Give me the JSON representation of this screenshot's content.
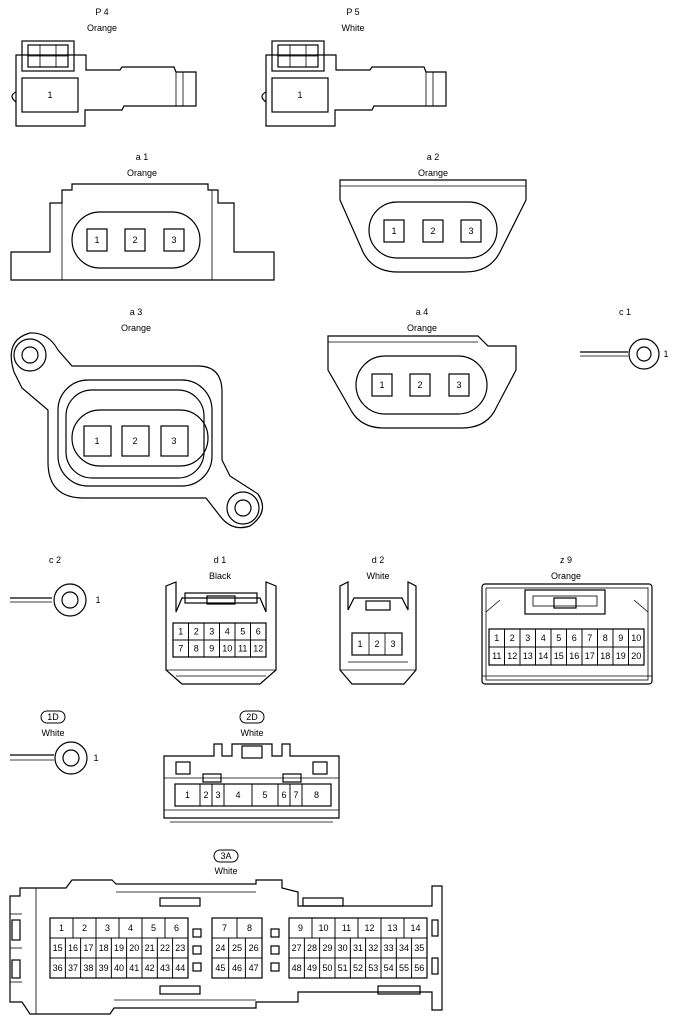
{
  "connectors": {
    "p4": {
      "code": "P 4",
      "color": "Orange",
      "pins": [
        "1"
      ]
    },
    "p5": {
      "code": "P 5",
      "color": "White",
      "pins": [
        "1"
      ]
    },
    "a1": {
      "code": "a 1",
      "color": "Orange",
      "pins": [
        "1",
        "2",
        "3"
      ]
    },
    "a2": {
      "code": "a 2",
      "color": "Orange",
      "pins": [
        "1",
        "2",
        "3"
      ]
    },
    "a3": {
      "code": "a 3",
      "color": "Orange",
      "pins": [
        "1",
        "2",
        "3"
      ]
    },
    "a4": {
      "code": "a 4",
      "color": "Orange",
      "pins": [
        "1",
        "2",
        "3"
      ]
    },
    "c1": {
      "code": "c 1",
      "pin": "1"
    },
    "c2": {
      "code": "c 2",
      "pin": "1"
    },
    "d1": {
      "code": "d 1",
      "color": "Black",
      "row1": [
        "1",
        "2",
        "3",
        "4",
        "5",
        "6"
      ],
      "row2": [
        "7",
        "8",
        "9",
        "10",
        "11",
        "12"
      ]
    },
    "d2": {
      "code": "d 2",
      "color": "White",
      "pins": [
        "1",
        "2",
        "3"
      ]
    },
    "z9": {
      "code": "z 9",
      "color": "Orange",
      "row1": [
        "1",
        "2",
        "3",
        "4",
        "5",
        "6",
        "7",
        "8",
        "9",
        "10"
      ],
      "row2": [
        "11",
        "12",
        "13",
        "14",
        "15",
        "16",
        "17",
        "18",
        "19",
        "20"
      ]
    },
    "c1D": {
      "code": "1D",
      "color": "White",
      "pin": "1"
    },
    "c2D": {
      "code": "2D",
      "color": "White",
      "pins": [
        "1",
        "2",
        "3",
        "4",
        "5",
        "6",
        "7",
        "8"
      ]
    },
    "c3A": {
      "code": "3A",
      "color": "White",
      "left_row1": [
        "1",
        "2",
        "3",
        "4",
        "5",
        "6"
      ],
      "left_row2": [
        "15",
        "16",
        "17",
        "18",
        "19",
        "20",
        "21",
        "22",
        "23"
      ],
      "left_row3": [
        "36",
        "37",
        "38",
        "39",
        "40",
        "41",
        "42",
        "43",
        "44"
      ],
      "mid_row1": [
        "7",
        "8"
      ],
      "mid_row2": [
        "24",
        "25",
        "26"
      ],
      "mid_row3": [
        "45",
        "46",
        "47"
      ],
      "right_row1": [
        "9",
        "10",
        "11",
        "12",
        "13",
        "14"
      ],
      "right_row2": [
        "27",
        "28",
        "29",
        "30",
        "31",
        "32",
        "33",
        "34",
        "35"
      ],
      "right_row3": [
        "48",
        "49",
        "50",
        "51",
        "52",
        "53",
        "54",
        "55",
        "56"
      ]
    }
  }
}
